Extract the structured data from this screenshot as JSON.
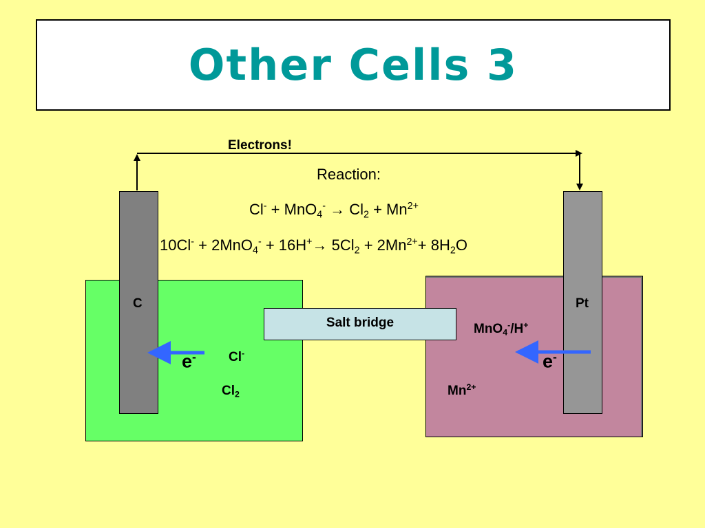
{
  "title": "Other Cells 3",
  "wire_label": "Electrons!",
  "reaction": {
    "heading": "Reaction:",
    "eq1": {
      "a": "Cl",
      "a_sup": "-",
      "b": " + MnO",
      "b_sub": "4",
      "b_sup": "-",
      "arrow": " → ",
      "c": "Cl",
      "c_sub": "2",
      "d": " + Mn",
      "d_sup": "2+"
    },
    "eq2": {
      "a": "10Cl",
      "a_sup": "-",
      "b": " + 2MnO",
      "b_sub": "4",
      "b_sup": "-",
      "c": " + 16H",
      "c_sup": "+",
      "arrow": "→ ",
      "d": "5Cl",
      "d_sub": "2",
      "e": " + 2Mn",
      "e_sup": "2+",
      "f": "+ 8H",
      "f_sub": "2",
      "g": "O"
    }
  },
  "left_cell": {
    "electrode": "C",
    "electron": "e",
    "electron_sup": "-",
    "species1": "Cl",
    "species1_sup": "-",
    "species2": "Cl",
    "species2_sub": "2"
  },
  "right_cell": {
    "electrode": "Pt",
    "electron": "e",
    "electron_sup": "-",
    "species1": "MnO",
    "species1_sub": "4",
    "species1_sup": "-",
    "species1_rest": "/H",
    "species1_rest_sup": "+",
    "species2": "Mn",
    "species2_sup": "2+"
  },
  "salt_bridge": "Salt bridge",
  "colors": {
    "background": "#ffff99",
    "title": "#009999",
    "left_solution": "#66ff66",
    "right_solution": "#c2869e",
    "salt_bridge": "#c6e3e6",
    "electron_arrow": "#3366ff"
  }
}
